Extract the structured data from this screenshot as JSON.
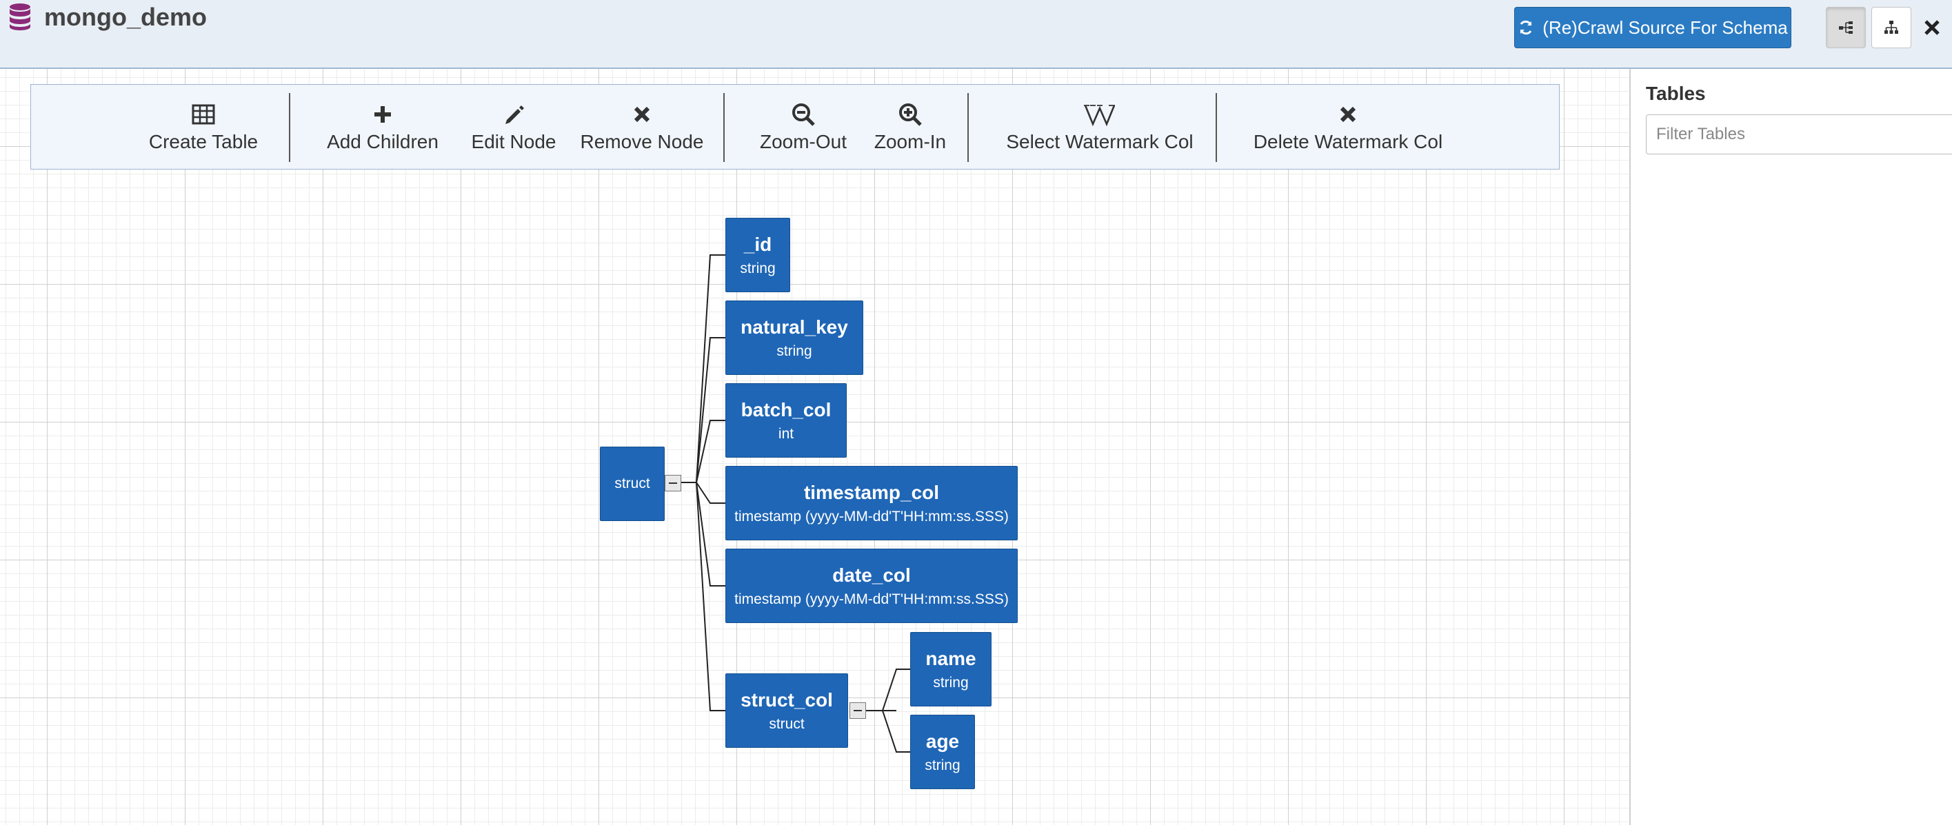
{
  "header": {
    "title": "mongo_demo",
    "recrawl_label": "(Re)Crawl Source For Schema",
    "icons": {
      "app": "database-icon",
      "recrawl": "refresh-icon",
      "horizontal_view": "horizontal-tree-icon",
      "vertical_view": "vertical-tree-icon",
      "close": "close-icon"
    }
  },
  "toolbar": {
    "create_table": "Create Table",
    "add_children": "Add Children",
    "edit_node": "Edit Node",
    "remove_node": "Remove Node",
    "zoom_out": "Zoom-Out",
    "zoom_in": "Zoom-In",
    "select_watermark": "Select Watermark Col",
    "delete_watermark": "Delete Watermark Col",
    "icons": [
      "table-icon",
      "plus-icon",
      "pencil-icon",
      "remove-icon",
      "zoom-out-icon",
      "zoom-in-icon",
      "wikipedia-w-icon",
      "remove-icon"
    ]
  },
  "tree": {
    "root": {
      "type": "struct"
    },
    "fields": [
      {
        "name": "_id",
        "type": "string"
      },
      {
        "name": "natural_key",
        "type": "string"
      },
      {
        "name": "batch_col",
        "type": "int"
      },
      {
        "name": "timestamp_col",
        "type": "timestamp (yyyy-MM-dd'T'HH:mm:ss.SSS)"
      },
      {
        "name": "date_col",
        "type": "timestamp (yyyy-MM-dd'T'HH:mm:ss.SSS)"
      },
      {
        "name": "struct_col",
        "type": "struct",
        "children": [
          {
            "name": "name",
            "type": "string"
          },
          {
            "name": "age",
            "type": "string"
          }
        ]
      }
    ]
  },
  "panel": {
    "title": "Tables",
    "filter_placeholder": "Filter Tables",
    "filter_value": ""
  },
  "colors": {
    "node": "#1f66b6",
    "header_bg": "#e8eef5",
    "button": "#2b7bc4"
  }
}
